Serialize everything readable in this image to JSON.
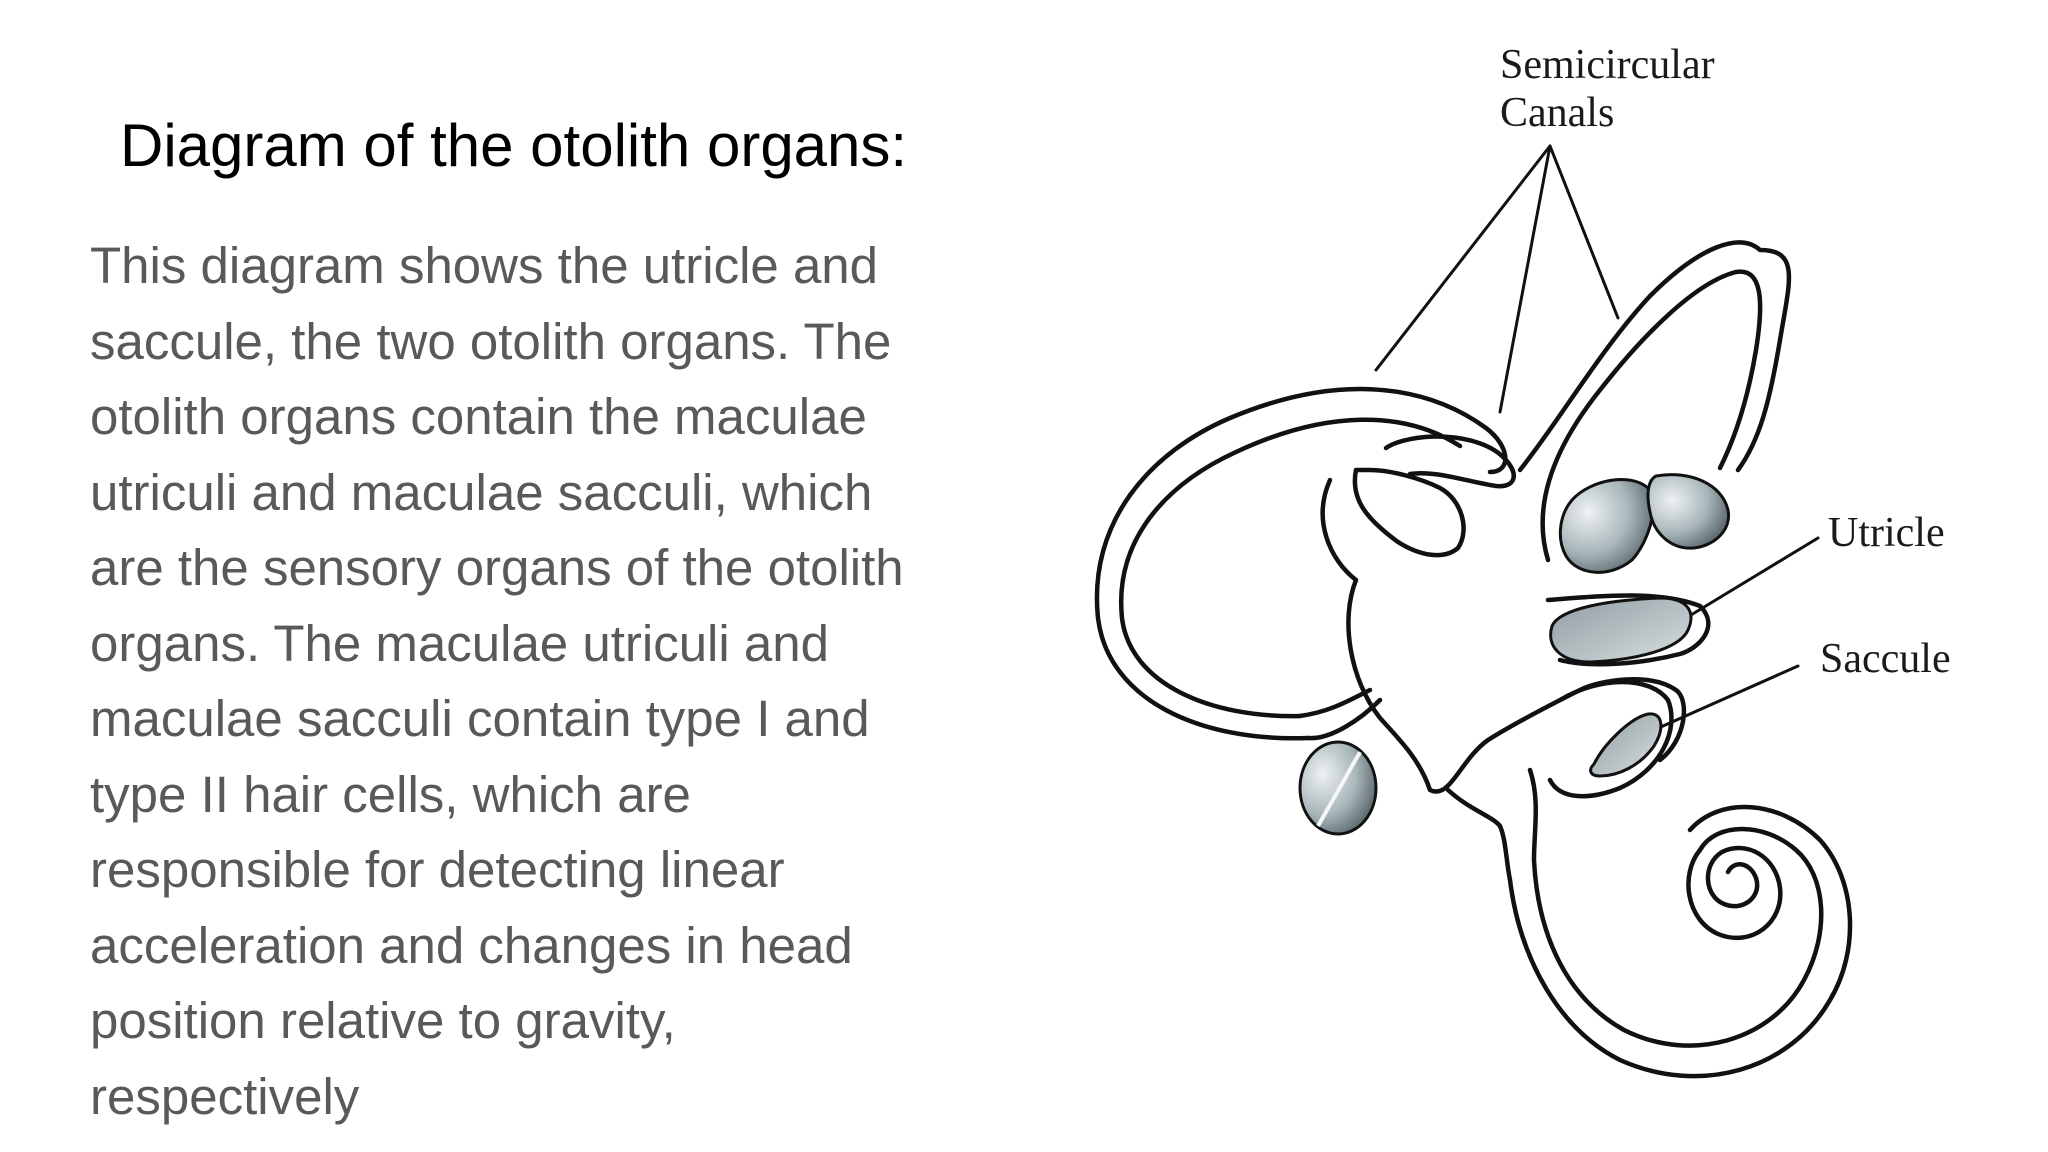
{
  "slide": {
    "title": "Diagram of the otolith organs:",
    "body_lines": [
      "This diagram shows the utricle and",
      "saccule, the two otolith organs. The",
      "otolith organs contain the maculae",
      "utriculi and maculae sacculi, which",
      "are the sensory organs of the otolith",
      "organs. The maculae utriculi and",
      "maculae sacculi contain type I and",
      "type II hair cells, which are",
      "responsible for detecting linear",
      "acceleration and changes in head",
      "position relative to gravity,",
      "respectively"
    ]
  },
  "diagram": {
    "labels": {
      "semicircular_line1": "Semicircular",
      "semicircular_line2": "Canals",
      "utricle": "Utricle",
      "saccule": "Saccule"
    },
    "colors": {
      "outline": "#111111",
      "sensory_fill_light": "#e2e8ea",
      "sensory_fill_dark": "#5f6d72",
      "text_body": "#595959",
      "title": "#000000"
    }
  }
}
